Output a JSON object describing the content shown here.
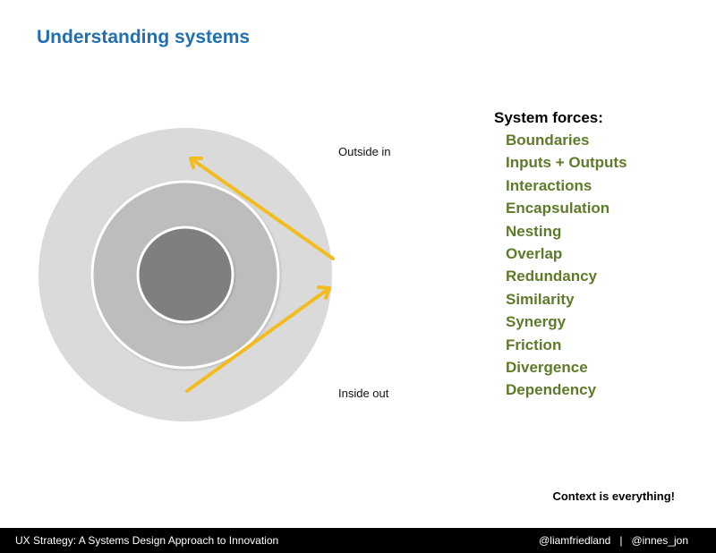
{
  "title": "Understanding systems",
  "diagram": {
    "label_outside": "Outside in",
    "label_inside": "Inside out",
    "colors": {
      "outer_ring": "#dadada",
      "middle_ring": "#bdbdbd",
      "core": "#7f7f7f",
      "arrow": "#f2bc1f"
    }
  },
  "forces": {
    "heading": "System forces:",
    "items": [
      "Boundaries",
      "Inputs + Outputs",
      "Interactions",
      "Encapsulation",
      "Nesting",
      "Overlap",
      "Redundancy",
      "Similarity",
      "Synergy",
      "Friction",
      "Divergence",
      "Dependency"
    ],
    "color": "#5e7b2a"
  },
  "tagline": "Context is everything!",
  "footer": {
    "left": "UX Strategy: A Systems Design Approach to Innovation",
    "handle_1": "@liamfriedland",
    "separator": "|",
    "handle_2": "@innes_jon"
  }
}
